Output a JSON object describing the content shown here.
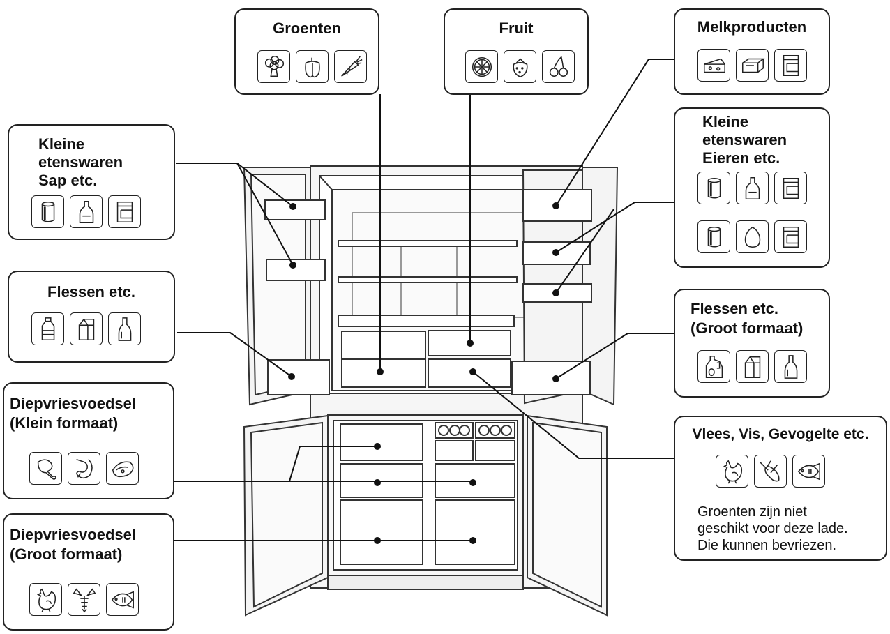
{
  "labels": {
    "groenten": "Groenten",
    "fruit": "Fruit",
    "melk": "Melkproducten",
    "klein_sap_line1": "Kleine",
    "klein_sap_line2": "etenswaren",
    "klein_sap_line3": "Sap etc.",
    "klein_ei_line1": "Kleine",
    "klein_ei_line2": "etenswaren",
    "klein_ei_line3": "Eieren etc.",
    "flessen": "Flessen etc.",
    "flessen_groot_line1": "Flessen etc.",
    "flessen_groot_line2": "(Groot formaat)",
    "diep_klein_line1": "Diepvriesvoedsel",
    "diep_klein_line2": "(Klein formaat)",
    "vlees": "Vlees, Vis, Gevogelte etc.",
    "vlees_note_line1": "Groenten zijn niet",
    "vlees_note_line2": "geschikt voor deze lade.",
    "vlees_note_line3": "Die kunnen bevriezen.",
    "diep_groot_line1": "Diepvriesvoedsel",
    "diep_groot_line2": "(Groot formaat)"
  },
  "icons": {
    "groenten": [
      "broccoli-icon",
      "pepper-icon",
      "carrot-icon"
    ],
    "fruit": [
      "citrus-icon",
      "strawberry-icon",
      "cherry-icon"
    ],
    "melk": [
      "cheese-icon",
      "butter-icon",
      "jar-icon"
    ],
    "klein_sap": [
      "can-icon",
      "sauce-bottle-icon",
      "jar-icon"
    ],
    "klein_ei_row1": [
      "can-icon",
      "sauce-bottle-icon",
      "jar-icon"
    ],
    "klein_ei_row2": [
      "can-icon",
      "egg-icon",
      "jar-icon"
    ],
    "flessen": [
      "plastic-bottle-icon",
      "milk-carton-icon",
      "wine-bottle-icon"
    ],
    "flessen_groot": [
      "jug-icon",
      "milk-carton-icon",
      "wine-bottle-icon"
    ],
    "diep_klein": [
      "chicken-leg-icon",
      "shrimp-icon",
      "fish-steak-icon"
    ],
    "vlees": [
      "chicken-icon",
      "meat-icon",
      "fish-icon"
    ],
    "diep_groot": [
      "chicken-icon",
      "lobster-icon",
      "fish-icon"
    ]
  },
  "colors": {
    "line": "#222222",
    "fridge_fill": "#f4f4f4",
    "background": "#ffffff"
  }
}
